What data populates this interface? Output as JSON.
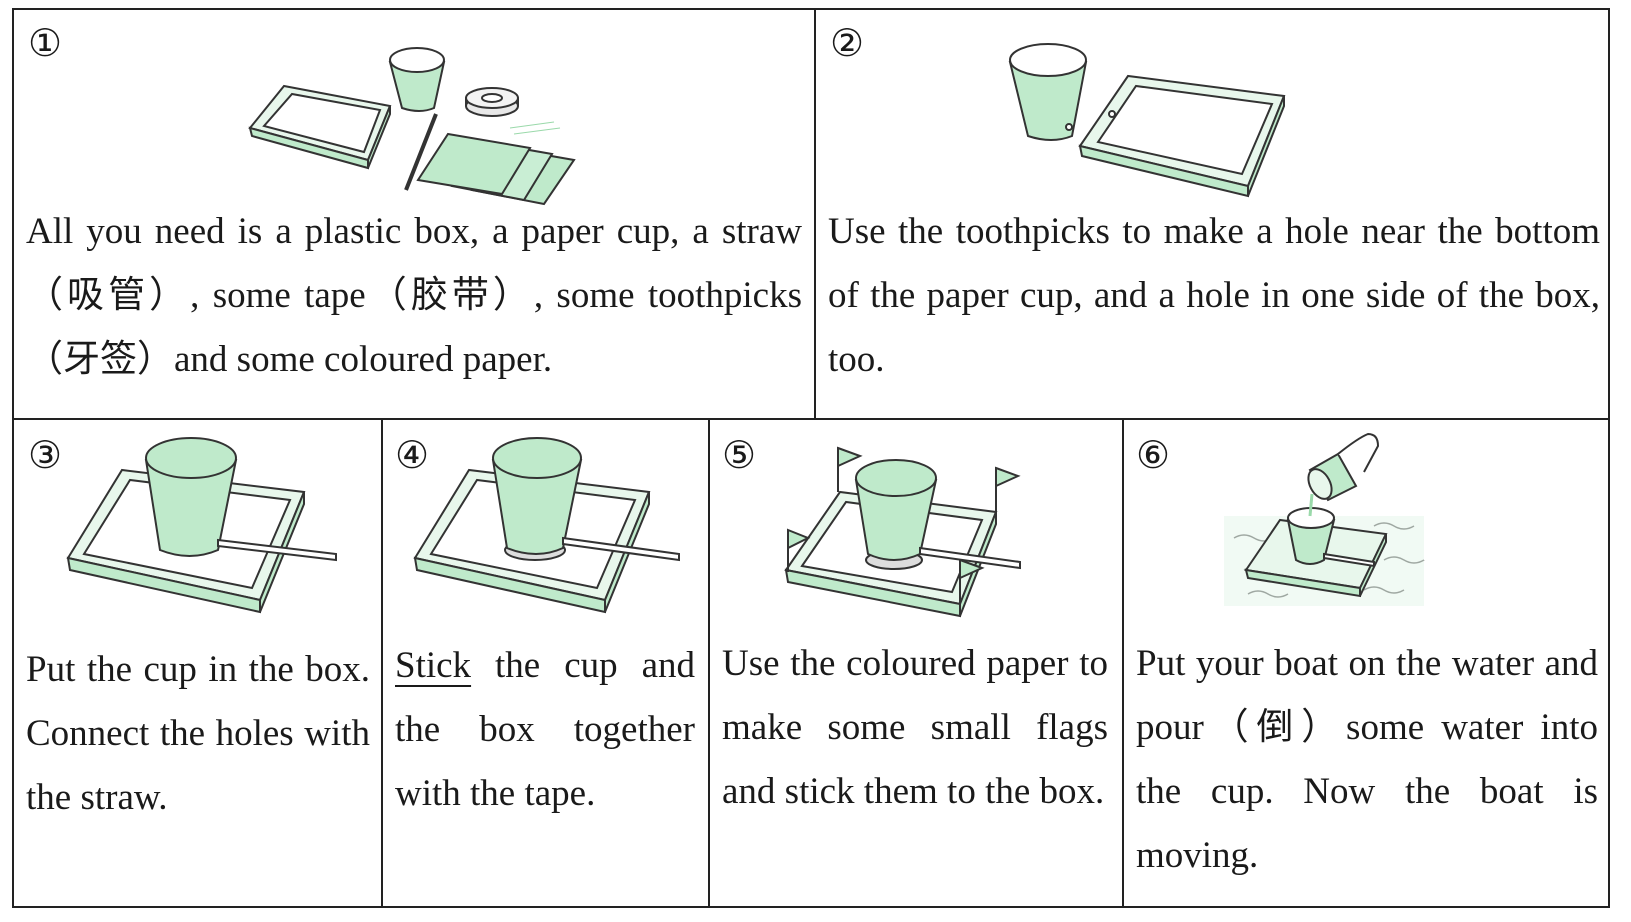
{
  "steps": [
    {
      "number": "①",
      "text": "All you need is a plastic box, a paper cup, a straw（吸管）, some tape（胶带）, some toothpicks（牙签）and some coloured paper."
    },
    {
      "number": "②",
      "text": "Use the toothpicks to make a hole near the bottom of the paper cup, and a hole in one side of the box, too."
    },
    {
      "number": "③",
      "text": "Put the cup in the box. Connect the holes with the straw."
    },
    {
      "number": "④",
      "text_underlined": "Stick",
      "text": " the cup and the box together with the tape."
    },
    {
      "number": "⑤",
      "text": "Use the coloured paper to make some small flags and stick them to the box."
    },
    {
      "number": "⑥",
      "text": "Put your boat on the water and pour（倒）some water into the cup. Now the boat is moving."
    }
  ],
  "colors": {
    "fill_green": "#bfeacb",
    "line": "#222222"
  }
}
